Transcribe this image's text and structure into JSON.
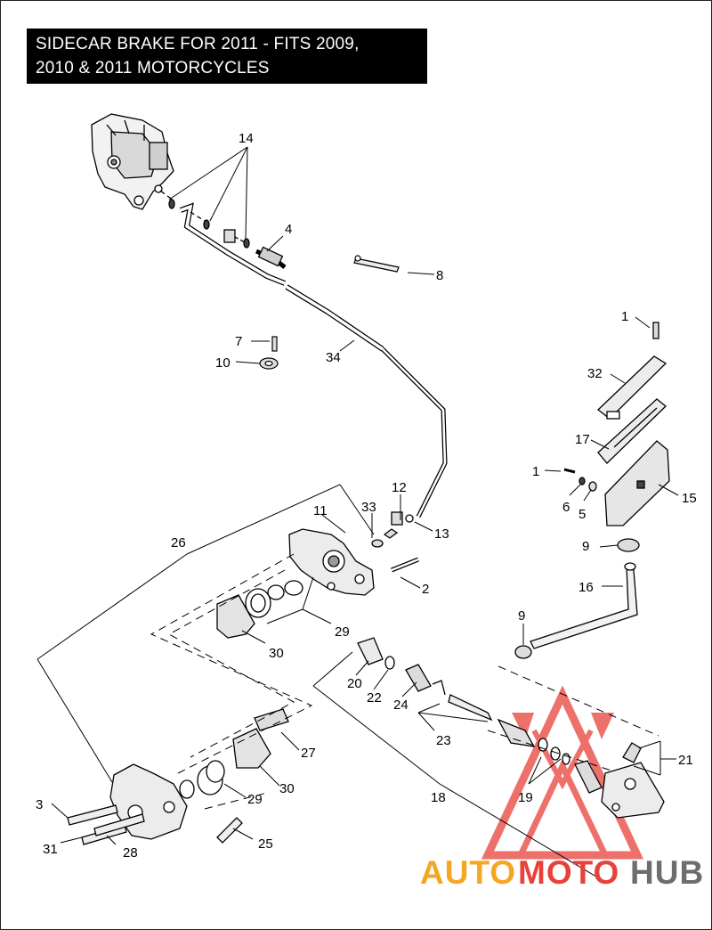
{
  "title": {
    "line1": "SIDECAR BRAKE FOR 2011 - FITS 2009,",
    "line2": "2010 & 2011 MOTORCYCLES"
  },
  "callouts": [
    {
      "id": "c14",
      "text": "14"
    },
    {
      "id": "c4",
      "text": "4"
    },
    {
      "id": "c8",
      "text": "8"
    },
    {
      "id": "c1a",
      "text": "1"
    },
    {
      "id": "c7",
      "text": "7"
    },
    {
      "id": "c10",
      "text": "10"
    },
    {
      "id": "c34",
      "text": "34"
    },
    {
      "id": "c32",
      "text": "32"
    },
    {
      "id": "c17",
      "text": "17"
    },
    {
      "id": "c1b",
      "text": "1"
    },
    {
      "id": "c6",
      "text": "6"
    },
    {
      "id": "c5",
      "text": "5"
    },
    {
      "id": "c15",
      "text": "15"
    },
    {
      "id": "c12",
      "text": "12"
    },
    {
      "id": "c11",
      "text": "11"
    },
    {
      "id": "c33",
      "text": "33"
    },
    {
      "id": "c13",
      "text": "13"
    },
    {
      "id": "c26",
      "text": "26"
    },
    {
      "id": "c9a",
      "text": "9"
    },
    {
      "id": "c2",
      "text": "2"
    },
    {
      "id": "c16",
      "text": "16"
    },
    {
      "id": "c9b",
      "text": "9"
    },
    {
      "id": "c29a",
      "text": "29"
    },
    {
      "id": "c30a",
      "text": "30"
    },
    {
      "id": "c20",
      "text": "20"
    },
    {
      "id": "c22",
      "text": "22"
    },
    {
      "id": "c24",
      "text": "24"
    },
    {
      "id": "c23",
      "text": "23"
    },
    {
      "id": "c21",
      "text": "21"
    },
    {
      "id": "c27",
      "text": "27"
    },
    {
      "id": "c30b",
      "text": "30"
    },
    {
      "id": "c29b",
      "text": "29"
    },
    {
      "id": "c19",
      "text": "19"
    },
    {
      "id": "c18",
      "text": "18"
    },
    {
      "id": "c3",
      "text": "3"
    },
    {
      "id": "c31",
      "text": "31"
    },
    {
      "id": "c28",
      "text": "28"
    },
    {
      "id": "c25",
      "text": "25"
    }
  ],
  "watermark": {
    "part1": "AUTO",
    "part2": "MOTO",
    "part3": "HUB",
    "color_orange": "#f5a623",
    "color_red": "#e8413a",
    "color_gray": "#6d6d6d"
  }
}
